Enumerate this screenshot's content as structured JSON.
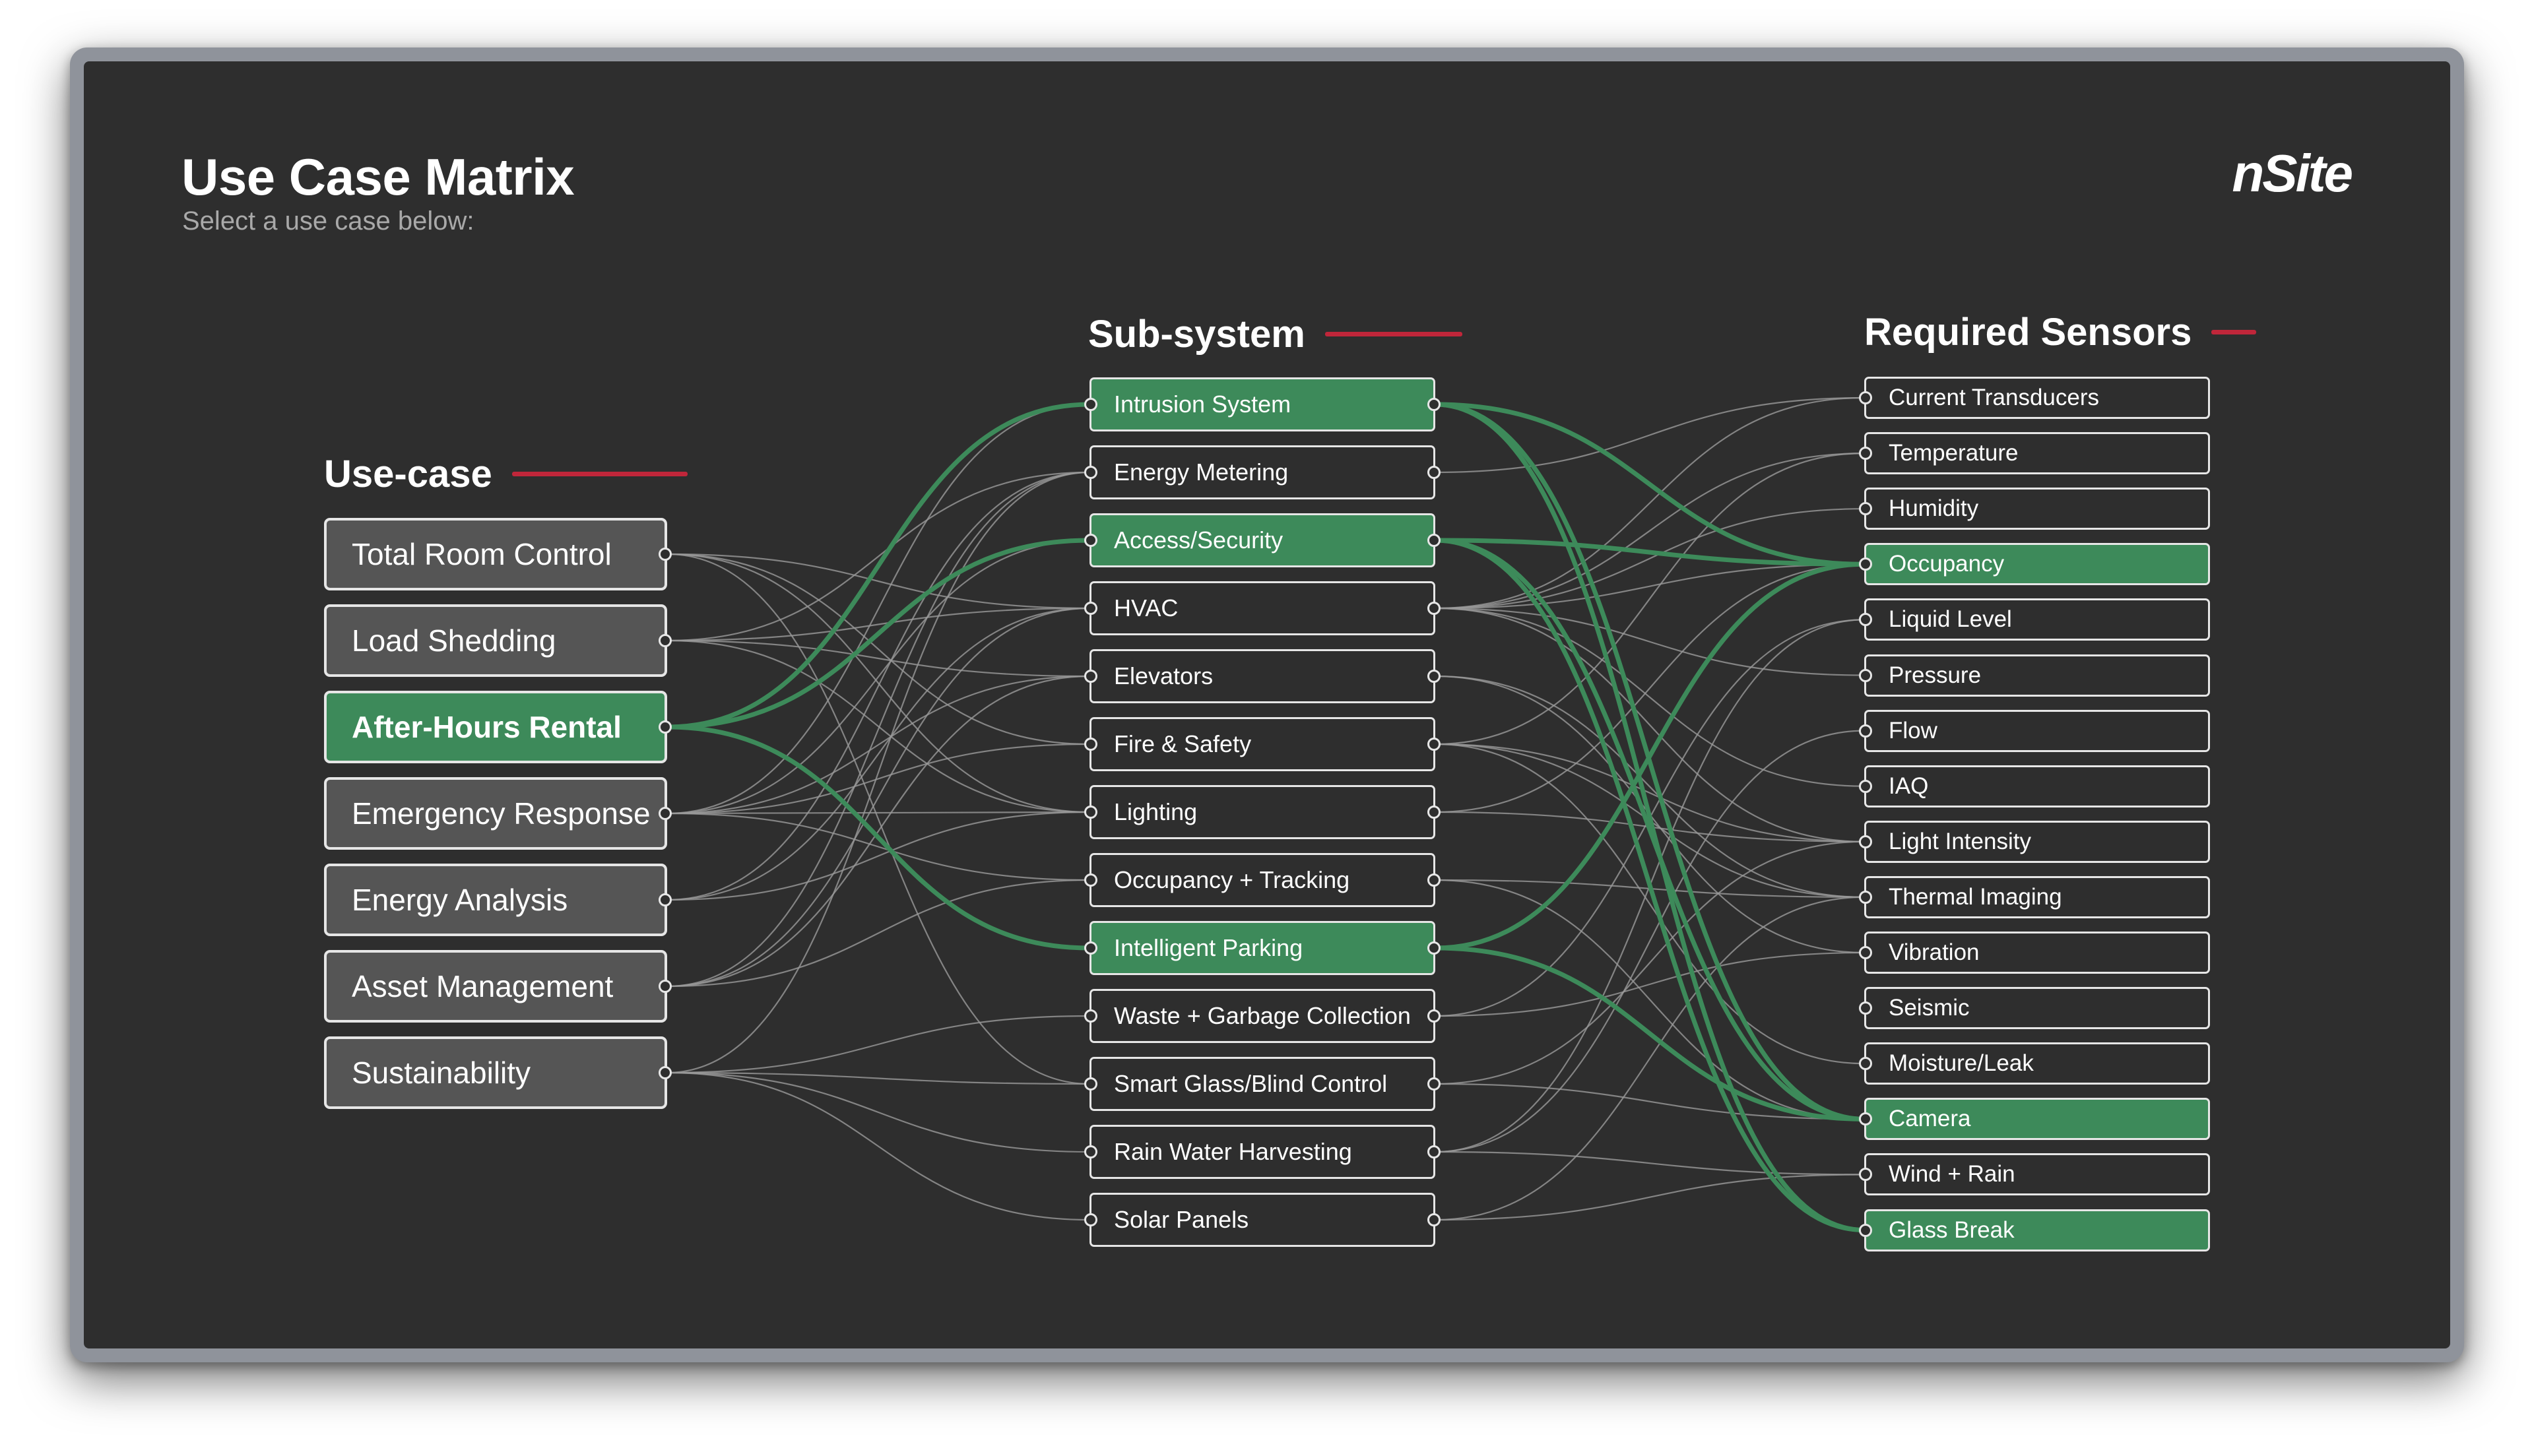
{
  "title": "Use Case Matrix",
  "subtitle": "Select a use case below:",
  "logo": "nSite",
  "columns": {
    "usecase": "Use-case",
    "subsystem": "Sub-system",
    "sensors": "Required Sensors"
  },
  "colors": {
    "panel": "#2e2e2e",
    "active": "#3d8a5a",
    "accent_rule": "#c0263a",
    "wire": "#9a9a9a"
  },
  "usecases": [
    {
      "label": "Total Room Control",
      "active": false
    },
    {
      "label": "Load Shedding",
      "active": false
    },
    {
      "label": "After-Hours Rental",
      "active": true
    },
    {
      "label": "Emergency Response",
      "active": false
    },
    {
      "label": "Energy Analysis",
      "active": false
    },
    {
      "label": "Asset Management",
      "active": false
    },
    {
      "label": "Sustainability",
      "active": false
    }
  ],
  "subsystems": [
    {
      "label": "Intrusion System",
      "active": true
    },
    {
      "label": "Energy Metering",
      "active": false
    },
    {
      "label": "Access/Security",
      "active": true
    },
    {
      "label": "HVAC",
      "active": false
    },
    {
      "label": "Elevators",
      "active": false
    },
    {
      "label": "Fire & Safety",
      "active": false
    },
    {
      "label": "Lighting",
      "active": false
    },
    {
      "label": "Occupancy + Tracking",
      "active": false
    },
    {
      "label": "Intelligent Parking",
      "active": true
    },
    {
      "label": "Waste + Garbage Collection",
      "active": false
    },
    {
      "label": "Smart Glass/Blind Control",
      "active": false
    },
    {
      "label": "Rain Water Harvesting",
      "active": false
    },
    {
      "label": "Solar Panels",
      "active": false
    }
  ],
  "sensors": [
    {
      "label": "Current Transducers",
      "active": false
    },
    {
      "label": "Temperature",
      "active": false
    },
    {
      "label": "Humidity",
      "active": false
    },
    {
      "label": "Occupancy",
      "active": true
    },
    {
      "label": "Liquid Level",
      "active": false
    },
    {
      "label": "Pressure",
      "active": false
    },
    {
      "label": "Flow",
      "active": false
    },
    {
      "label": "IAQ",
      "active": false
    },
    {
      "label": "Light Intensity",
      "active": false
    },
    {
      "label": "Thermal Imaging",
      "active": false
    },
    {
      "label": "Vibration",
      "active": false
    },
    {
      "label": "Seismic",
      "active": false
    },
    {
      "label": "Moisture/Leak",
      "active": false
    },
    {
      "label": "Camera",
      "active": true
    },
    {
      "label": "Wind + Rain",
      "active": false
    },
    {
      "label": "Glass Break",
      "active": true
    }
  ],
  "links_usecase_to_subsystem": [
    [
      0,
      3
    ],
    [
      0,
      6
    ],
    [
      0,
      10
    ],
    [
      0,
      5
    ],
    [
      1,
      3
    ],
    [
      1,
      6
    ],
    [
      1,
      1
    ],
    [
      1,
      4
    ],
    [
      2,
      0
    ],
    [
      2,
      2
    ],
    [
      2,
      8
    ],
    [
      3,
      5
    ],
    [
      3,
      2
    ],
    [
      3,
      4
    ],
    [
      3,
      0
    ],
    [
      3,
      6
    ],
    [
      3,
      7
    ],
    [
      4,
      1
    ],
    [
      4,
      3
    ],
    [
      4,
      6
    ],
    [
      5,
      7
    ],
    [
      5,
      4
    ],
    [
      5,
      3
    ],
    [
      5,
      1
    ],
    [
      6,
      9
    ],
    [
      6,
      11
    ],
    [
      6,
      12
    ],
    [
      6,
      1
    ],
    [
      6,
      10
    ]
  ],
  "links_subsystem_to_sensor": [
    [
      0,
      3
    ],
    [
      0,
      13
    ],
    [
      0,
      15
    ],
    [
      2,
      3
    ],
    [
      2,
      13
    ],
    [
      2,
      15
    ],
    [
      8,
      3
    ],
    [
      8,
      13
    ],
    [
      1,
      0
    ],
    [
      3,
      0
    ],
    [
      3,
      1
    ],
    [
      3,
      2
    ],
    [
      3,
      3
    ],
    [
      3,
      7
    ],
    [
      3,
      5
    ],
    [
      3,
      8
    ],
    [
      4,
      10
    ],
    [
      4,
      9
    ],
    [
      5,
      1
    ],
    [
      5,
      9
    ],
    [
      5,
      8
    ],
    [
      5,
      12
    ],
    [
      6,
      8
    ],
    [
      6,
      3
    ],
    [
      7,
      9
    ],
    [
      7,
      13
    ],
    [
      9,
      4
    ],
    [
      9,
      10
    ],
    [
      10,
      8
    ],
    [
      10,
      13
    ],
    [
      11,
      4
    ],
    [
      11,
      6
    ],
    [
      11,
      14
    ],
    [
      12,
      14
    ],
    [
      12,
      9
    ]
  ]
}
